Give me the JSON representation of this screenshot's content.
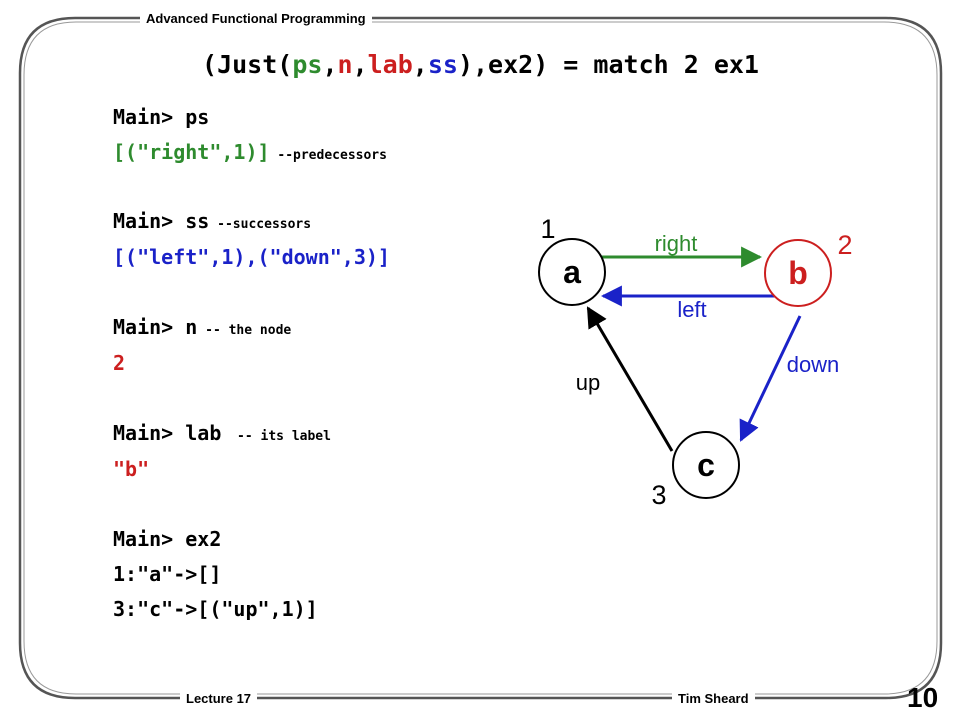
{
  "header": {
    "course": "Advanced Functional Programming",
    "lecture": "Lecture 17",
    "author": "Tim Sheard",
    "page_number": "10"
  },
  "title": {
    "open": "(Just(",
    "ps": "ps",
    "comma1": ",",
    "n": "n",
    "comma2": ",",
    "lab": "lab",
    "comma3": ",",
    "ss": "ss",
    "rest": "),ex2) = match 2 ex1"
  },
  "repl": {
    "q1": "Main> ps",
    "a1": "[(\"right\",1)]",
    "c1": " --predecessors",
    "q2": "Main> ss",
    "c2": " --successors",
    "a2": "[(\"left\",1),(\"down\",3)]",
    "q3": "Main> n",
    "c3": " -- the node",
    "a3": "2",
    "q4": "Main> lab",
    "c4": "  -- its label",
    "a4": "\"b\"",
    "q5": "Main> ex2",
    "a5a": "1:\"a\"->[]",
    "a5b": "3:\"c\"->[(\"up\",1)]"
  },
  "graph": {
    "nodes": {
      "a": {
        "label": "a",
        "number": "1"
      },
      "b": {
        "label": "b",
        "number": "2"
      },
      "c": {
        "label": "c",
        "number": "3"
      }
    },
    "edges": {
      "right": "right",
      "left": "left",
      "down": "down",
      "up": "up"
    }
  },
  "colors": {
    "green": "#2e8b2e",
    "blue": "#1a22c8",
    "red": "#cc1f1f",
    "black": "#000000",
    "frame": "#555555"
  }
}
